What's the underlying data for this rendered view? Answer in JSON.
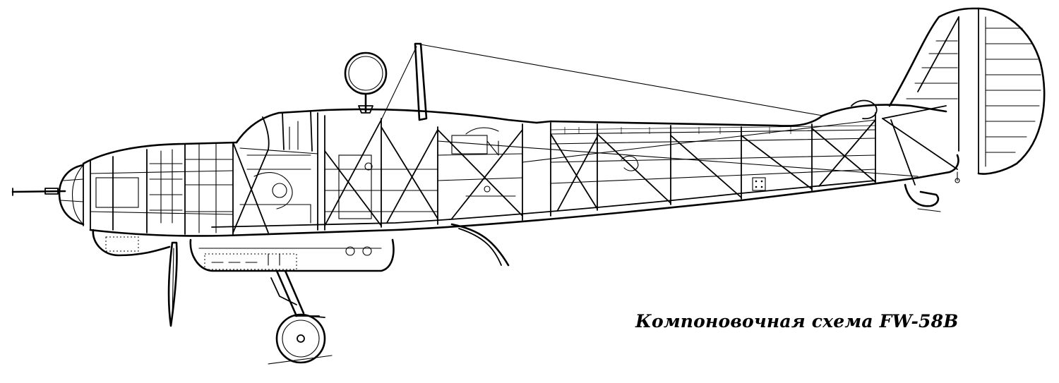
{
  "caption": "Компоновочная схема FW-58B",
  "colors": {
    "ink": "#000000",
    "paper": "#ffffff"
  },
  "subject": {
    "view": "left-side cutaway",
    "line_style": "black ink line drawing"
  }
}
